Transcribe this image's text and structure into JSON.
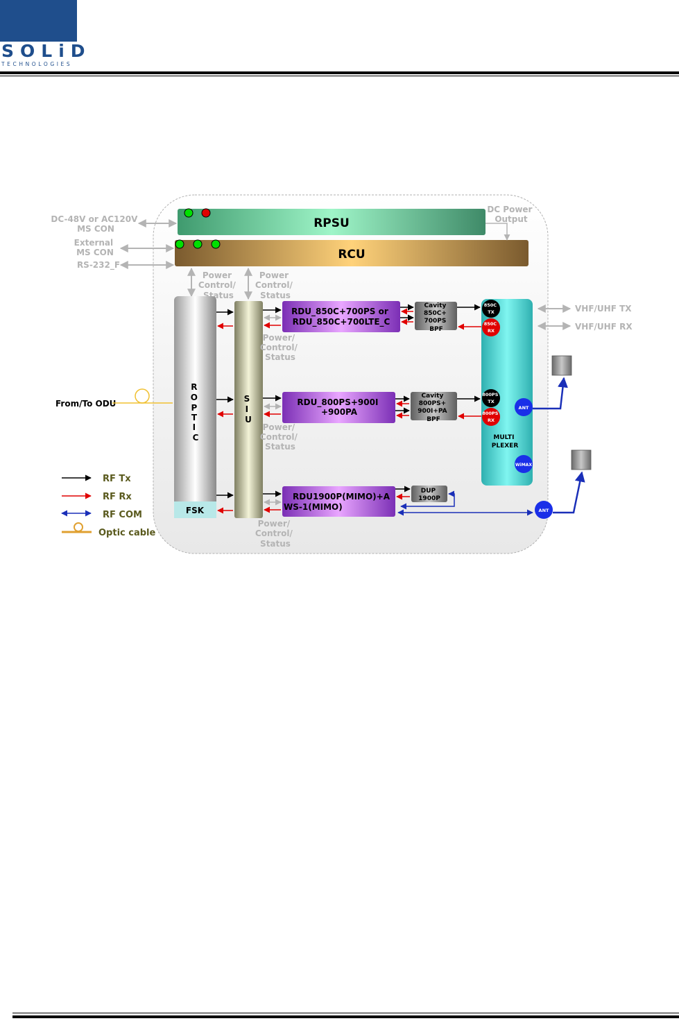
{
  "logo": {
    "brand": "SOLiD",
    "sub": "TECHNOLOGIES"
  },
  "diagram": {
    "rpsu": "RPSU",
    "rcu": "RCU",
    "dc_power_output": [
      "DC Power",
      "Output"
    ],
    "dc_input": [
      "DC-48V or AC120V",
      "MS CON"
    ],
    "external_ms_con": [
      "External",
      "MS CON"
    ],
    "rs232": "RS-232_F",
    "power_control_status_a": [
      "Power",
      "Control/",
      "Status"
    ],
    "power_control_status_b": [
      "Power",
      "Control/",
      "Status"
    ],
    "power_control_status_c": [
      "Power/",
      "Control/",
      "Status"
    ],
    "power_control_status_d": [
      "Power/",
      "Control/",
      "Status"
    ],
    "power_control_status_e": [
      "Power/",
      "Control/",
      "Status"
    ],
    "roptic_letters": [
      "R",
      "O",
      "P",
      "T",
      "I",
      "C"
    ],
    "siu_letters": [
      "S",
      "I",
      "U"
    ],
    "fsk": "FSK",
    "from_to_odu": "From/To ODU",
    "rdu1": [
      "RDU_850C+700PS or",
      "RDU_850C+700LTE_C"
    ],
    "rdu2": [
      "RDU_800PS+900I",
      "+900PA"
    ],
    "rdu3": [
      "RDU1900P(MIMO)+A",
      "WS-1(MIMO)"
    ],
    "cavity1": [
      "Cavity",
      "850C+",
      "700PS",
      "BPF"
    ],
    "cavity2": [
      "Cavity",
      "800PS+",
      "900I+PA",
      "BPF"
    ],
    "dup": [
      "DUP",
      "1900P"
    ],
    "mux_label": [
      "MULTI",
      "PLEXER"
    ],
    "port_850c_tx": [
      "850C",
      "TX"
    ],
    "port_850c_rx": [
      "850C",
      "RX"
    ],
    "port_800ps_tx": [
      "800PS",
      "TX"
    ],
    "port_800ps_rx": [
      "800PS",
      "RX"
    ],
    "ant1": "ANT",
    "ant2": "ANT",
    "wimax": "WiMAX",
    "vhf_uhf_tx": "VHF/UHF TX",
    "vhf_uhf_rx": "VHF/UHF RX",
    "legend": {
      "rf_tx": "RF Tx",
      "rf_rx": "RF Rx",
      "rf_com": "RF COM",
      "optic_cable": "Optic cable"
    },
    "colors": {
      "tx": "#000000",
      "rx": "#e00000",
      "com": "#1a2fb8",
      "optic": "#e0a030",
      "gray_text": "#b4b4b4",
      "olive_text": "#5a5a1e"
    }
  }
}
